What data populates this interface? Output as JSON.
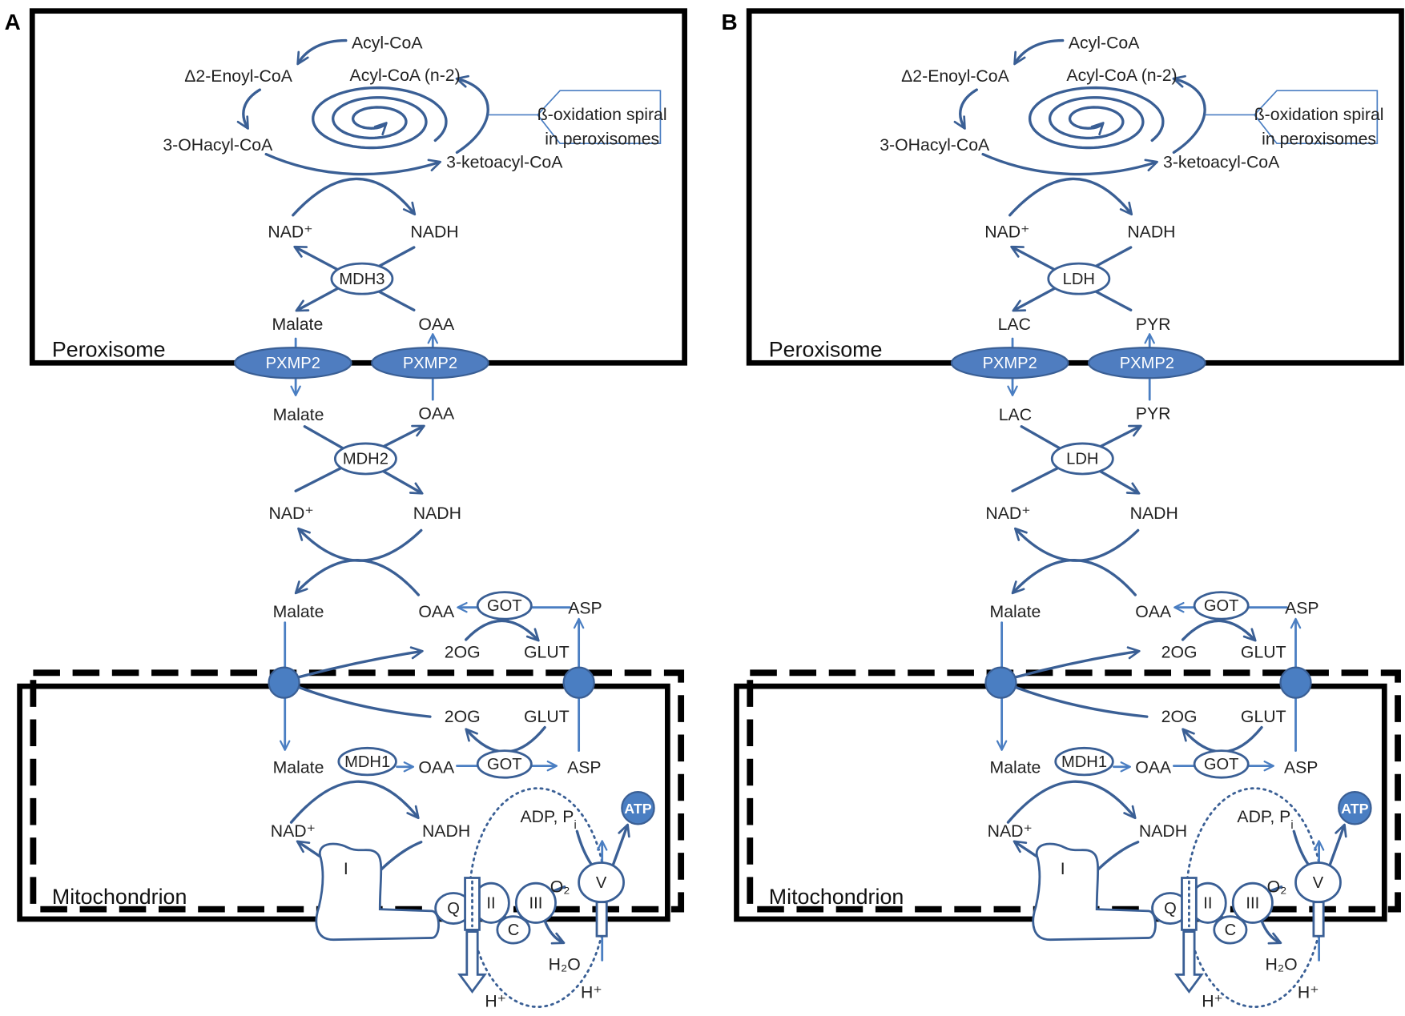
{
  "colors": {
    "pathway_stroke": "#3a5f95",
    "transport_arrow": "#4a7ec2",
    "transporter_fill": "#4f7dc0",
    "compartment_border": "#000000",
    "text": "#222222"
  },
  "panels": [
    {
      "letter": "A",
      "peroxisome": {
        "label": "Peroxisome",
        "acyl_coa": "Acyl-CoA",
        "enoyl_coa": "Δ2-Enoyl-CoA",
        "acyl_coa_n2": "Acyl-CoA (n-2)",
        "ohacyl_coa": "3-OHacyl-CoA",
        "ketoacyl_coa": "3-ketoacyl-CoA",
        "spiral_callout": [
          "ß-oxidation spiral",
          "in peroxisomes"
        ],
        "nad": "NAD⁺",
        "nadh": "NADH",
        "enzyme": "MDH3",
        "substrate": "Malate",
        "product": "OAA"
      },
      "membrane_transporters": [
        "PXMP2",
        "PXMP2"
      ],
      "cytosol": {
        "substrate": "Malate",
        "product": "OAA",
        "enzyme": "MDH2",
        "nad": "NAD⁺",
        "nadh": "NADH",
        "malate": "Malate",
        "oaa": "OAA",
        "got": "GOT",
        "asp": "ASP",
        "og": "2OG",
        "glut": "GLUT"
      },
      "mitochondrion": {
        "label": "Mitochondrion",
        "og": "2OG",
        "glut": "GLUT",
        "malate": "Malate",
        "enzyme": "MDH1",
        "oaa": "OAA",
        "got": "GOT",
        "asp": "ASP",
        "nad": "NAD⁺",
        "nadh": "NADH",
        "adp": "ADP, P",
        "adp_sub": "i",
        "atp": "ATP",
        "complex_i": "I",
        "q": "Q",
        "complex_ii": "II",
        "complex_iii": "III",
        "cyt_c": "C",
        "complex_v": "V",
        "o2": "O₂",
        "h2o": "H₂O",
        "proton_left": "H⁺",
        "proton_right": "H⁺"
      }
    },
    {
      "letter": "B",
      "peroxisome": {
        "label": "Peroxisome",
        "acyl_coa": "Acyl-CoA",
        "enoyl_coa": "Δ2-Enoyl-CoA",
        "acyl_coa_n2": "Acyl-CoA (n-2)",
        "ohacyl_coa": "3-OHacyl-CoA",
        "ketoacyl_coa": "3-ketoacyl-CoA",
        "spiral_callout": [
          "ß-oxidation spiral",
          "in peroxisomes"
        ],
        "nad": "NAD⁺",
        "nadh": "NADH",
        "enzyme": "LDH",
        "substrate": "LAC",
        "product": "PYR"
      },
      "membrane_transporters": [
        "PXMP2",
        "PXMP2"
      ],
      "cytosol": {
        "substrate": "LAC",
        "product": "PYR",
        "enzyme": "LDH",
        "nad": "NAD⁺",
        "nadh": "NADH",
        "malate": "Malate",
        "oaa": "OAA",
        "got": "GOT",
        "asp": "ASP",
        "og": "2OG",
        "glut": "GLUT"
      },
      "mitochondrion": {
        "label": "Mitochondrion",
        "og": "2OG",
        "glut": "GLUT",
        "malate": "Malate",
        "enzyme": "MDH1",
        "oaa": "OAA",
        "got": "GOT",
        "asp": "ASP",
        "nad": "NAD⁺",
        "nadh": "NADH",
        "adp": "ADP, P",
        "adp_sub": "i",
        "atp": "ATP",
        "complex_i": "I",
        "q": "Q",
        "complex_ii": "II",
        "complex_iii": "III",
        "cyt_c": "C",
        "complex_v": "V",
        "o2": "O₂",
        "h2o": "H₂O",
        "proton_left": "H⁺",
        "proton_right": "H⁺"
      }
    }
  ]
}
